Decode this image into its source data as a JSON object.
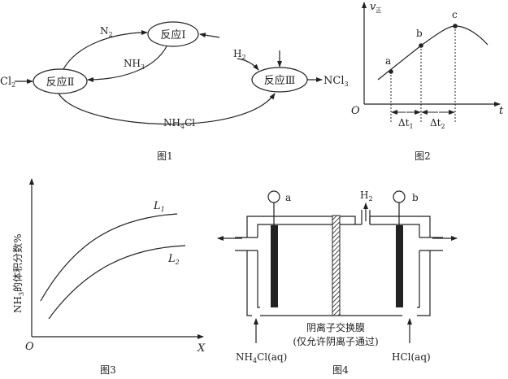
{
  "fig1": {
    "caption": "图1",
    "node_I": "反应Ⅰ",
    "node_II": "反应Ⅱ",
    "node_III": "反应Ⅲ",
    "in_Cl2": "Cl",
    "in_Cl2_sub": "2",
    "N2": "N",
    "N2_sub": "2",
    "NH3": "NH",
    "NH3_sub": "3",
    "H2": "H",
    "H2_sub": "2",
    "NCl3": "NCl",
    "NCl3_sub": "3",
    "NH4Cl_a": "NH",
    "NH4Cl_sub": "4",
    "NH4Cl_b": "Cl"
  },
  "fig2": {
    "caption": "图2",
    "y_label": "v",
    "y_label_sub": "正",
    "origin": "O",
    "x_label": "t",
    "point_a": "a",
    "point_b": "b",
    "point_c": "c",
    "dt1": "Δt",
    "dt1_sub": "1",
    "dt2": "Δt",
    "dt2_sub": "2"
  },
  "fig3": {
    "caption": "图3",
    "y_label_a": "NH",
    "y_label_sub": "3",
    "y_label_b": "的体积分数%",
    "origin": "O",
    "x_label": "X",
    "L1": "L",
    "L1_sub": "1",
    "L2": "L",
    "L2_sub": "2"
  },
  "fig4": {
    "caption": "图4",
    "gauge_a": "a",
    "gauge_b": "b",
    "H2": "H",
    "H2_sub": "2",
    "membrane_line1": "阴离子交换膜",
    "membrane_line2": "(仅允许阴离子通过)",
    "inlet_left_a": "NH",
    "inlet_left_sub": "4",
    "inlet_left_b": "Cl(aq)",
    "inlet_right": "HCl(aq)"
  }
}
